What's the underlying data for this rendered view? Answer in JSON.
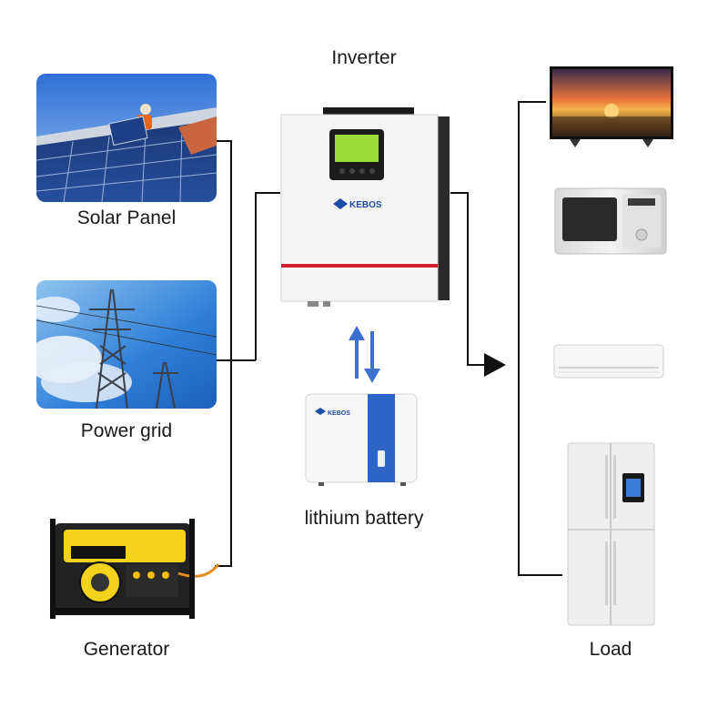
{
  "labels": {
    "inverter": "Inverter",
    "solar_panel": "Solar Panel",
    "power_grid": "Power grid",
    "generator": "Generator",
    "lithium_battery": "lithium battery",
    "load": "Load"
  },
  "brand": "KEBOS",
  "colors": {
    "line": "#111111",
    "arrow_blue": "#3b6fd0",
    "inverter_stripe": "#d2202a",
    "battery_blue": "#2c64c8",
    "generator_yellow": "#f2d21a"
  },
  "icons": [
    "solar-panel-photo",
    "power-grid-photo",
    "generator-image",
    "inverter-image",
    "battery-image",
    "tv-image",
    "microwave-image",
    "air-conditioner-image",
    "refrigerator-image"
  ]
}
